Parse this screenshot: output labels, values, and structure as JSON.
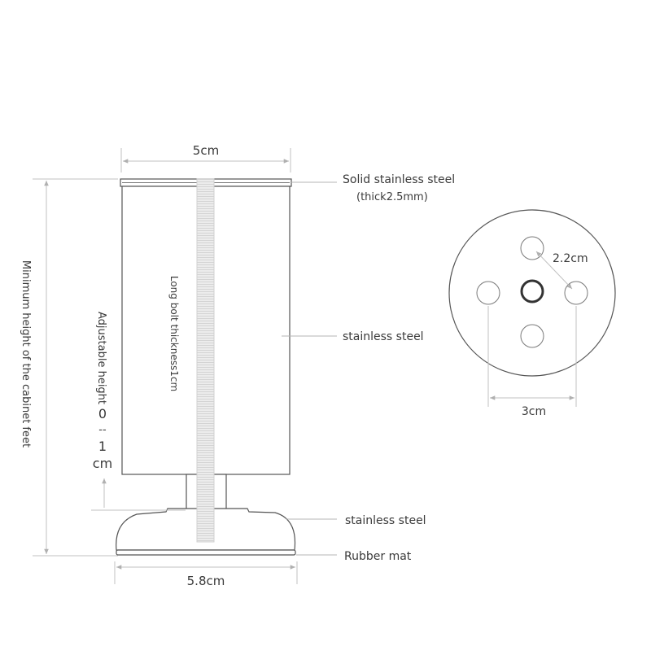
{
  "dimensions": {
    "top_width": "5cm",
    "base_width": "5.8cm",
    "hole_diameter": "2.2cm",
    "hole_spacing": "3cm",
    "min_height": "Minimum height of the cabinet feet",
    "adjustable": "Adjustable height",
    "adjust_min": "0",
    "adjust_sep": "--",
    "adjust_max": "1",
    "adjust_unit": "cm",
    "bolt": "Long bolt thickness1cm"
  },
  "parts": {
    "top_plate": "Solid stainless steel",
    "top_plate_note": "(thick2.5mm)",
    "body": "stainless steel",
    "base": "stainless steel",
    "mat": "Rubber mat"
  },
  "colors": {
    "line": "#555555",
    "dimension": "#c2c2c2",
    "text": "#3a3a3a"
  }
}
